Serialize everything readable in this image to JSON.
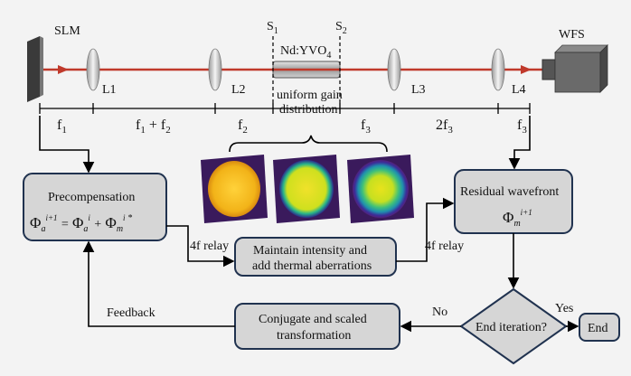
{
  "labels": {
    "slm": "SLM",
    "wfs": "WFS",
    "l1": "L1",
    "l2": "L2",
    "l3": "L3",
    "l4": "L4",
    "s1": "S",
    "s1_sub": "1",
    "s2": "S",
    "s2_sub": "2",
    "crystal": "Nd:YVO",
    "crystal_sub": "4",
    "gain_line1": "uniform gain",
    "gain_line2": "distribution"
  },
  "distances": {
    "f1": "f",
    "f1_sub": "1",
    "f1f2_a": "f",
    "f1f2_a_sub": "1",
    "f1f2_plus": " + f",
    "f1f2_b_sub": "2",
    "f2": "f",
    "f2_sub": "2",
    "f3a": "f",
    "f3a_sub": "3",
    "twof3": "2f",
    "twof3_sub": "3",
    "f3b": "f",
    "f3b_sub": "3"
  },
  "boxes": {
    "precomp_title": "Precompensation",
    "precomp_eq": "Φ",
    "residual_title": "Residual wavefront",
    "residual_eq": "Φ",
    "maintain_line1": "Maintain intensity and",
    "maintain_line2": "add thermal aberrations",
    "conjugate_line1": "Conjugate and scaled",
    "conjugate_line2": "transformation",
    "decision": "End iteration?",
    "end": "End"
  },
  "edges": {
    "relay1": "4f relay",
    "relay2": "4f relay",
    "feedback": "Feedback",
    "no": "No",
    "yes": "Yes"
  },
  "colors": {
    "beam": "#c0392b",
    "box_fill": "#d6d6d6",
    "box_stroke": "#20324f",
    "profile_bg": "#3a1a5c"
  }
}
